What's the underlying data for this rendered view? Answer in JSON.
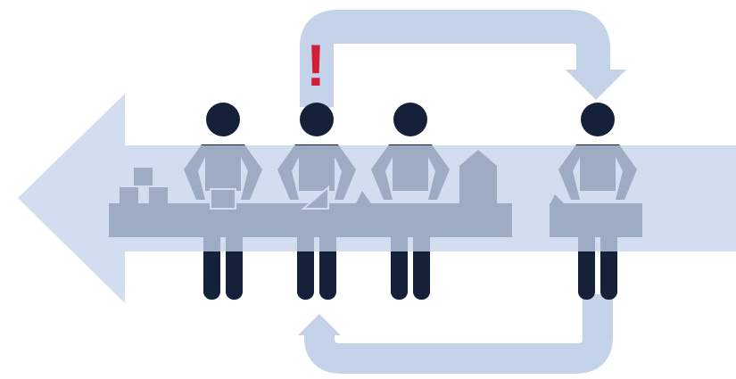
{
  "alert_mark": "!",
  "colors": {
    "arrow": "#c5d3ea",
    "figure": "#142139",
    "alert": "#d01f37",
    "background": "#ffffff"
  },
  "icons": {
    "main_arrow": "left-arrow-icon",
    "loop_arrow": "feedback-loop-arrow-icon",
    "alert": "exclamation-icon",
    "worker": "person-icon"
  },
  "workers": [
    {
      "name": "worker-1",
      "item": "square-box"
    },
    {
      "name": "worker-2",
      "item": "triangle-piece",
      "flagged": true
    },
    {
      "name": "worker-3",
      "item": "triangle-piece"
    },
    {
      "name": "worker-4",
      "item": "triangle-piece"
    }
  ],
  "items": [
    {
      "name": "stacked-cubes"
    },
    {
      "name": "house-shaped-product"
    }
  ]
}
